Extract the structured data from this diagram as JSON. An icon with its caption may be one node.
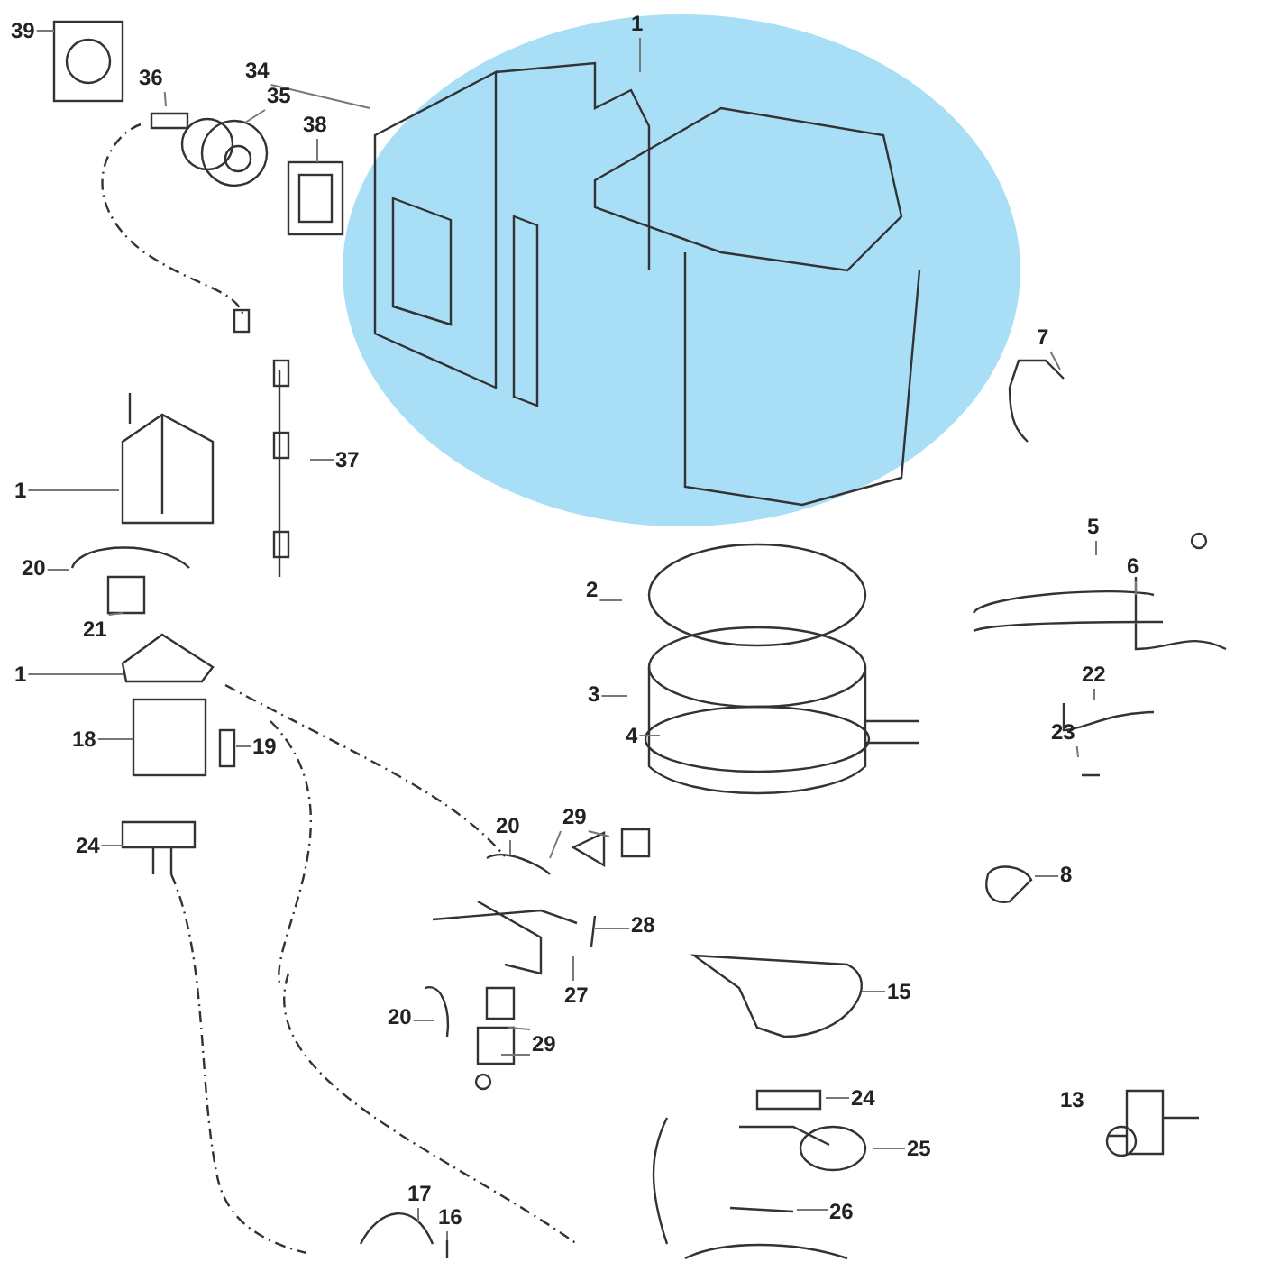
{
  "diagram": {
    "nodes": [
      {
        "text": [
          "39"
        ]
      },
      {
        "text": [
          "1"
        ]
      },
      {
        "text": [
          "34"
        ]
      },
      {
        "text": [
          "36"
        ]
      },
      {
        "text": [
          "35"
        ]
      },
      {
        "text": [
          "38"
        ]
      },
      {
        "text": [
          "7"
        ]
      },
      {
        "text": [
          "37"
        ]
      },
      {
        "text": [
          "1"
        ]
      },
      {
        "text": [
          "20"
        ]
      },
      {
        "text": [
          "21"
        ]
      },
      {
        "text": [
          "1"
        ]
      },
      {
        "text": [
          "18"
        ]
      },
      {
        "text": [
          "19"
        ]
      },
      {
        "text": [
          "24"
        ]
      },
      {
        "text": [
          "2"
        ]
      },
      {
        "text": [
          "3"
        ]
      },
      {
        "text": [
          "4"
        ]
      },
      {
        "text": [
          "5"
        ]
      },
      {
        "text": [
          "6"
        ]
      },
      {
        "text": [
          "22"
        ]
      },
      {
        "text": [
          "23"
        ]
      },
      {
        "text": [
          "8"
        ]
      },
      {
        "text": [
          "20"
        ]
      },
      {
        "text": [
          "29"
        ]
      },
      {
        "text": [
          "28"
        ]
      },
      {
        "text": [
          "27"
        ]
      },
      {
        "text": [
          "20"
        ]
      },
      {
        "text": [
          "29"
        ]
      },
      {
        "text": [
          "15"
        ]
      },
      {
        "text": [
          "24"
        ]
      },
      {
        "text": [
          "25"
        ]
      },
      {
        "text": [
          "26"
        ]
      },
      {
        "text": [
          "17"
        ]
      },
      {
        "text": [
          "16"
        ]
      }
    ],
    "edges": [
      {
        "from": 0,
        "to": null,
        "arrow": "none"
      },
      {
        "from": 1,
        "to": null,
        "arrow": "none"
      },
      {
        "from": 2,
        "to": null,
        "arrow": "none"
      },
      {
        "from": 3,
        "to": null,
        "arrow": "none"
      },
      {
        "from": 4,
        "to": null,
        "arrow": "none"
      },
      {
        "from": 5,
        "to": null,
        "arrow": "none"
      },
      {
        "from": 6,
        "to": null,
        "arrow": "none"
      },
      {
        "from": 7,
        "to": null,
        "arrow": "none"
      },
      {
        "from": 8,
        "to": null,
        "arrow": "none"
      },
      {
        "from": 9,
        "to": null,
        "arrow": "none"
      },
      {
        "from": 10,
        "to": null,
        "arrow": "none"
      },
      {
        "from": 11,
        "to": null,
        "arrow": "none"
      },
      {
        "from": 12,
        "to": null,
        "arrow": "none"
      },
      {
        "from": 13,
        "to": null,
        "arrow": "none"
      },
      {
        "from": 14,
        "to": null,
        "arrow": "none"
      },
      {
        "from": 15,
        "to": null,
        "arrow": "none"
      },
      {
        "from": 16,
        "to": null,
        "arrow": "none"
      },
      {
        "from": 17,
        "to": null,
        "arrow": "none"
      },
      {
        "from": 18,
        "to": null,
        "arrow": "none"
      },
      {
        "from": 19,
        "to": null,
        "arrow": "none"
      },
      {
        "from": 20,
        "to": null,
        "arrow": "none"
      },
      {
        "from": 21,
        "to": null,
        "arrow": "none"
      },
      {
        "from": 22,
        "to": null,
        "arrow": "none"
      },
      {
        "from": 23,
        "to": null,
        "arrow": "none"
      },
      {
        "from": 24,
        "to": null,
        "arrow": "none"
      },
      {
        "from": 24,
        "to": null,
        "arrow": "none"
      },
      {
        "from": 25,
        "to": null,
        "arrow": "none"
      },
      {
        "from": 26,
        "to": null,
        "arrow": "none"
      },
      {
        "from": 27,
        "to": null,
        "arrow": "none"
      },
      {
        "from": 28,
        "to": null,
        "arrow": "none"
      },
      {
        "from": 28,
        "to": null,
        "arrow": "none"
      },
      {
        "from": 29,
        "to": null,
        "arrow": "none"
      },
      {
        "from": 30,
        "to": null,
        "arrow": "none"
      },
      {
        "from": 31,
        "to": null,
        "arrow": "none"
      },
      {
        "from": 32,
        "to": null,
        "arrow": "none"
      },
      {
        "from": 33,
        "to": null,
        "arrow": "none"
      },
      {
        "from": 34,
        "to": null,
        "arrow": "none"
      }
    ],
    "labels": [
      "13"
    ]
  }
}
